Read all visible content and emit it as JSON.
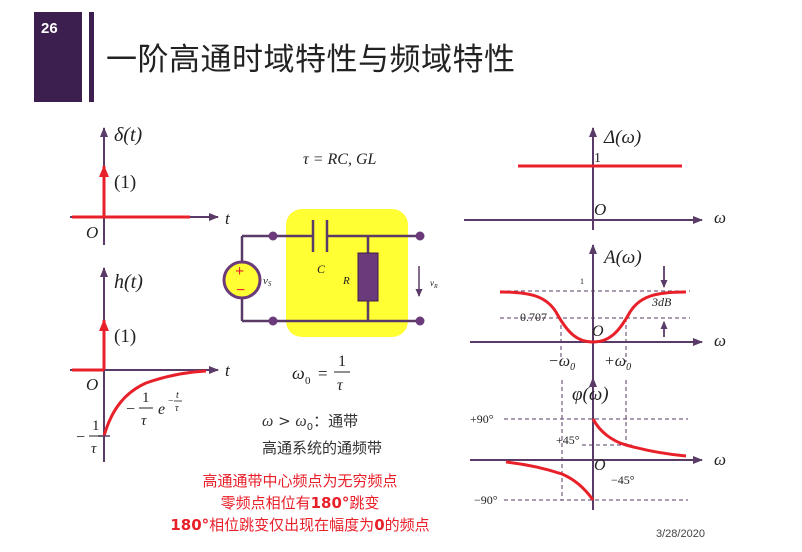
{
  "slide": {
    "number": "26",
    "title": "一阶高通时域特性与频域特性",
    "date": "3/28/2020"
  },
  "impulse_input": {
    "ylabel": "δ(t)",
    "xlabel": "t",
    "origin": "O",
    "strength": "(1)"
  },
  "impulse_response": {
    "ylabel": "h(t)",
    "xlabel": "t",
    "origin": "O",
    "strength": "(1)",
    "expr_minus": "−",
    "expr_one": "1",
    "expr_tau": "τ",
    "expr_e": "e",
    "expr_exp_t": "t",
    "expr_exp_tau": "τ",
    "expr_exp_minus": "−",
    "min_minus": "−",
    "min_one": "1",
    "min_tau": "τ"
  },
  "circuit": {
    "tau_formula": "τ = RC, GL",
    "capacitor_label": "C",
    "resistor_label": "R",
    "source_label": "v",
    "source_sub": "S",
    "output_label": "v",
    "output_sub": "R",
    "plus_sign": "+",
    "minus_sign": "−",
    "omega0_lhs": "ω",
    "omega0_sub": "0",
    "omega0_eq": "=",
    "omega0_num": "1",
    "omega0_den": "τ"
  },
  "delay_plot": {
    "ylabel": "Δ(ω)",
    "xlabel": "ω",
    "origin": "O",
    "level": "1"
  },
  "magnitude_plot": {
    "ylabel": "A(ω)",
    "xlabel": "ω",
    "origin": "O",
    "level": "1",
    "half_power": "0.707",
    "db_label": "3dB",
    "minus_w0": "−ω",
    "plus_w0": "+ω",
    "w0_sub": "0"
  },
  "phase_plot": {
    "ylabel": "φ(ω)",
    "xlabel": "ω",
    "origin": "O",
    "plus90": "+90°",
    "plus45": "+45°",
    "minus45": "−45°",
    "minus90": "−90°"
  },
  "passband_note": {
    "condition_w": "ω",
    "condition_gt": " > ",
    "condition_w0": "ω",
    "condition_sub": "0",
    "condition_text": "：通带",
    "line2": "高通系统的通频带"
  },
  "notes": {
    "line1": "高通通带中心频点为无穷频点",
    "line2_a": "零频点相位有",
    "line2_b": "180°",
    "line2_c": "跳变",
    "line3_a": "180°",
    "line3_b": "相位跳变仅出现在幅度为",
    "line3_c": "0",
    "line3_d": "的频点"
  },
  "colors": {
    "axis": "#5a3a66",
    "curve": "#e8202a",
    "slide_dark": "#3c1f4e",
    "highlight": "#ffff33",
    "resistor": "#6a3a7a",
    "source": "#ffff33"
  }
}
